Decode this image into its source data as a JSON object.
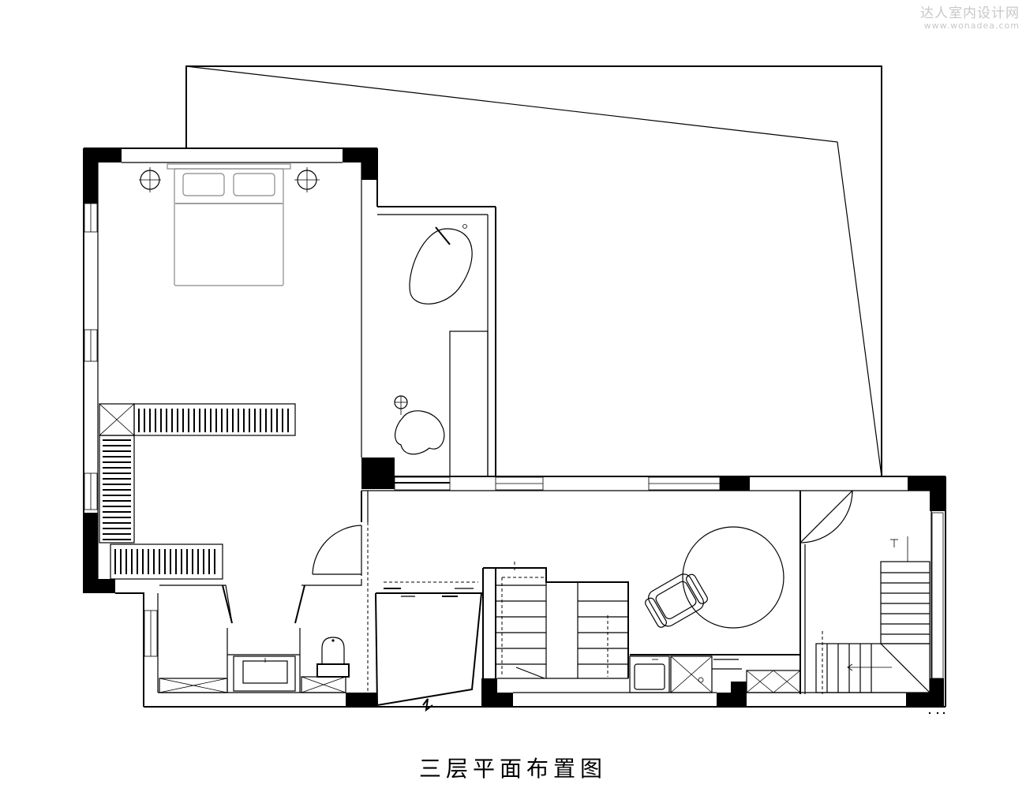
{
  "watermark": {
    "name": "达人室内设计网",
    "url": "www.wonadea.com"
  },
  "caption": "三层平面布置图",
  "colors": {
    "line": "#000000",
    "furniture": "#888888",
    "watermark": "#c8c8c8",
    "background": "#ffffff"
  }
}
